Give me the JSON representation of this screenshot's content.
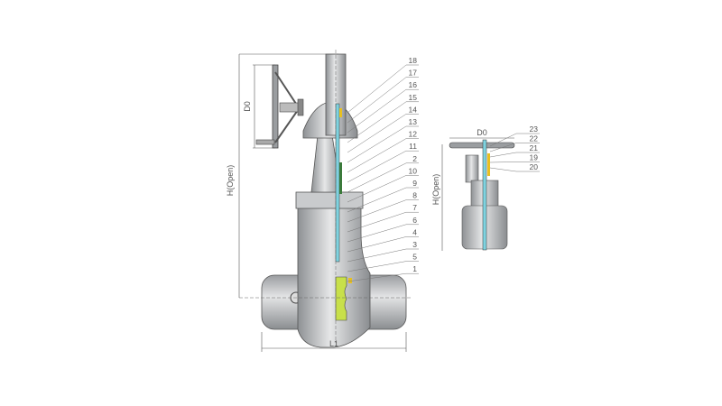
{
  "main_view": {
    "dimensions": {
      "height": "H(Open)",
      "handwheel_dia": "D0",
      "length": "L1"
    },
    "part_labels": [
      "18",
      "17",
      "16",
      "15",
      "14",
      "13",
      "12",
      "11",
      "2",
      "10",
      "9",
      "8",
      "7",
      "6",
      "4",
      "3",
      "5",
      "1"
    ]
  },
  "small_view": {
    "dimensions": {
      "height": "H(Open)",
      "handwheel_dia": "D0"
    },
    "part_labels": [
      "23",
      "22",
      "21",
      "19",
      "20"
    ]
  },
  "colors": {
    "body": "#b9bbbd",
    "stem": "#7fd3e0",
    "gate": "#c8e04a",
    "accent": "#e8c020",
    "line": "#555555"
  }
}
